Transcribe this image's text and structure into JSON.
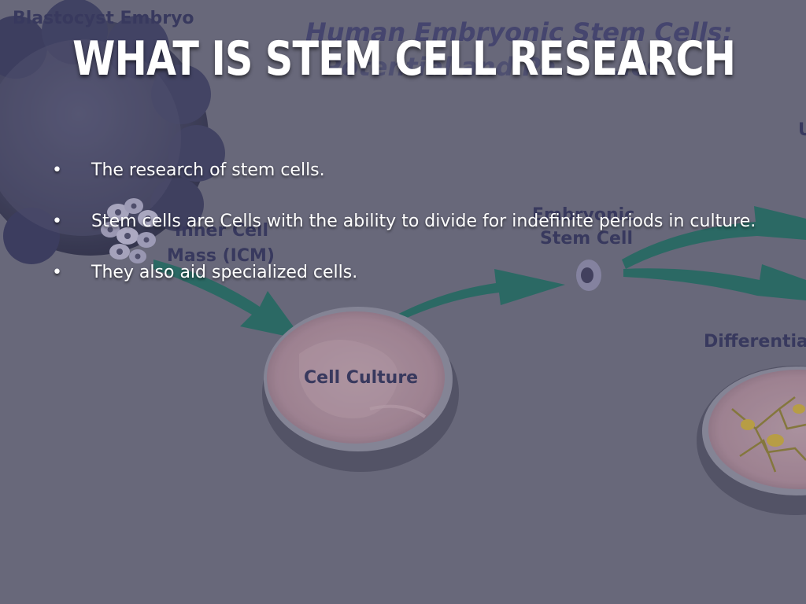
{
  "background": {
    "blastocyst_label": "Blastocyst Embryo",
    "diagram_title_line1": "Human Embryonic Stem Cells:",
    "diagram_title_line2": "Potential and Pa... ...ics",
    "icm_label_line1": "Inner Cell",
    "icm_label_line2": "Mass (ICM)",
    "esc_label_line1": "Embryonic",
    "esc_label_line2": "Stem Cell",
    "culture_label": "Cell Culture",
    "differentiated_label": "Differentiat",
    "edge_fragment": "U"
  },
  "slide": {
    "title": "WHAT IS STEM CELL RESEARCH",
    "bullets": [
      {
        "marker": "•",
        "text": "The research of stem cells."
      },
      {
        "marker": "•",
        "text": "Stem cells are Cells with the ability to divide for indefinite periods in culture."
      },
      {
        "marker": "•",
        "text": "They also aid specialized cells."
      }
    ]
  },
  "colors": {
    "background": "#68687a",
    "arrow": "#1e6a60",
    "dish_pink": "#b08a98",
    "label_navy": "#2e2f58",
    "text": "#ffffff"
  }
}
